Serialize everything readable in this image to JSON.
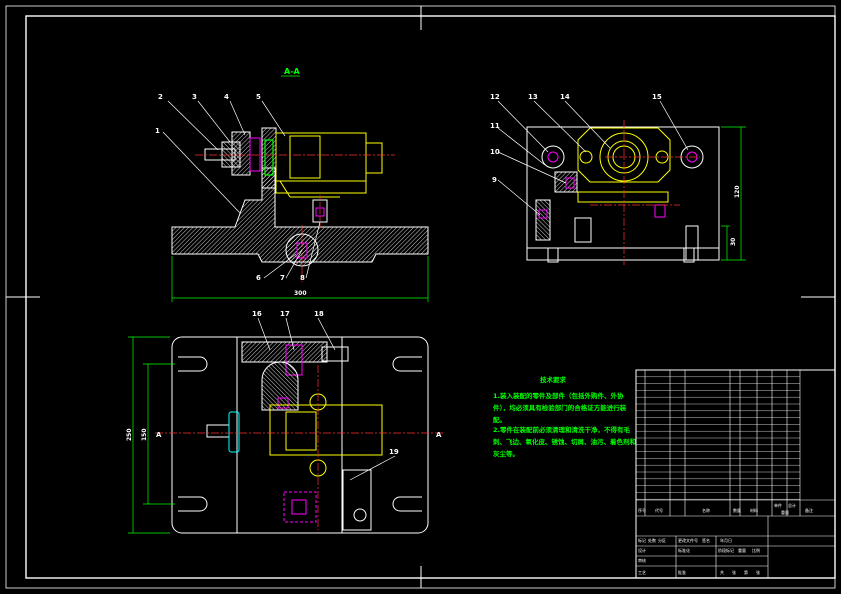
{
  "section_view_title": "A-A",
  "technical_requirements": {
    "title": "技术要求",
    "lines": [
      "1.装入装配的零件及部件（包括外购件、外协",
      "件），均必须具有检验部门的合格证方能进行装",
      "配。",
      "2.零件在装配前必须清理和清洗干净，不得有毛",
      "刺、飞边、氧化皮、锈蚀、切屑、油污、着色剂和",
      "灰尘等。"
    ]
  },
  "part_labels": {
    "front": [
      "2",
      "3",
      "4",
      "5",
      "1",
      "6",
      "7",
      "8"
    ],
    "side": [
      "12",
      "13",
      "14",
      "15",
      "11",
      "10",
      "9"
    ],
    "top": [
      "16",
      "17",
      "18",
      "19"
    ]
  },
  "dimensions": {
    "front_width": "300",
    "side_height": "120",
    "side_small": "30",
    "top_height_outer": "250",
    "top_height_inner": "150"
  },
  "section_marks": {
    "left": "A",
    "right": "A"
  },
  "title_block": {
    "header": [
      "序号",
      "代号",
      "名称",
      "数量",
      "材料",
      "单件",
      "总计",
      "备注"
    ],
    "weight_label": "重量",
    "sign_row": [
      "标记",
      "处数",
      "分区",
      "更改文件号",
      "签名",
      "年月日"
    ],
    "approve": [
      "设计",
      "标准化",
      "阶段标记",
      "重量",
      "比例"
    ],
    "check": [
      "审核"
    ],
    "craft": [
      "工艺",
      "批准"
    ],
    "sheet": [
      "共",
      "张",
      "第",
      "张"
    ]
  }
}
